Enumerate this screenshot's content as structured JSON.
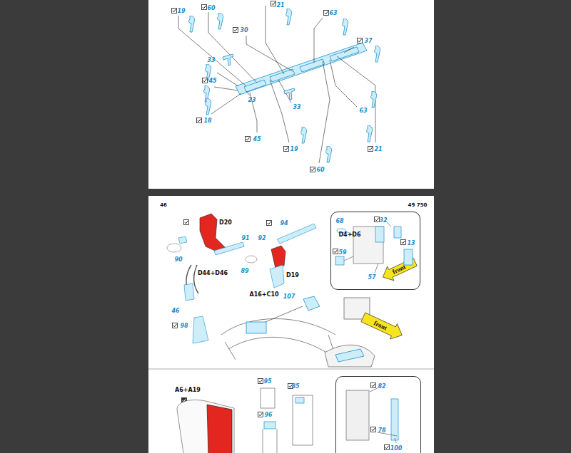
{
  "diagram": {
    "nodes": [
      {
        "text": [
          "68",
          "32",
          "D4+D6",
          "13",
          "59",
          "57",
          "front"
        ]
      },
      {
        "text": [
          "82",
          "78",
          "100"
        ]
      }
    ],
    "labels": [
      "19",
      "60",
      "21",
      "63",
      "30",
      "37",
      "33",
      "45",
      "23",
      "33",
      "63",
      "18",
      "45",
      "19",
      "21",
      "60",
      "46",
      "49 750",
      "D20",
      "94",
      "91",
      "92",
      "90",
      "89",
      "D44+D46",
      "D19",
      "A16+C10",
      "107",
      "46",
      "98",
      "front",
      "A6+A19",
      "95",
      "85",
      "96"
    ]
  }
}
